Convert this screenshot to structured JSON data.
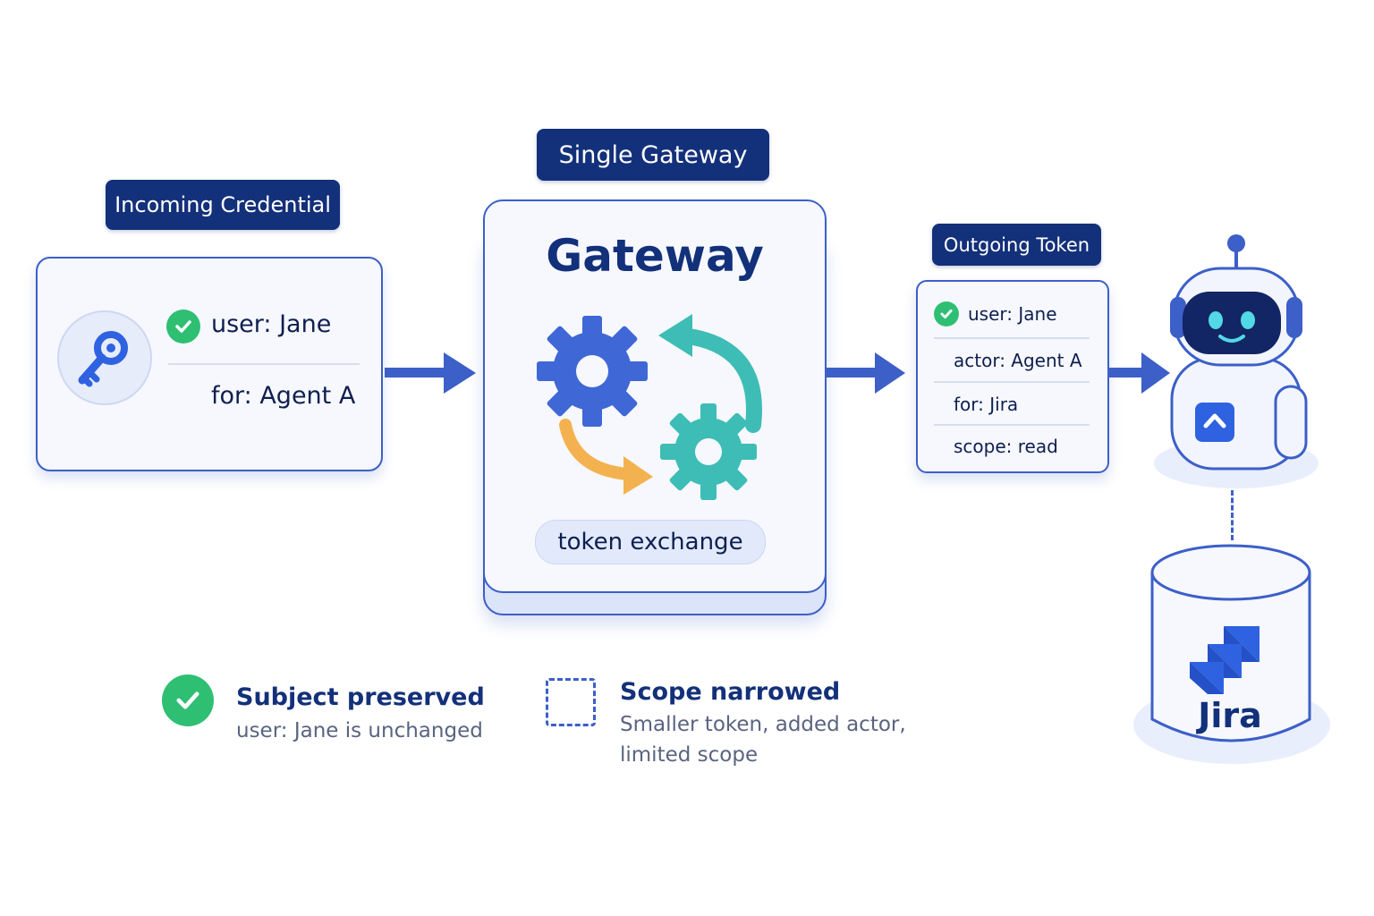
{
  "incoming": {
    "label": "Incoming Credential",
    "user": "user: Jane",
    "for": "for: Agent A"
  },
  "gateway": {
    "label": "Single Gateway",
    "title": "Gateway",
    "exchange": "token exchange"
  },
  "outgoing": {
    "label": "Outgoing Token",
    "user": "user: Jane",
    "actor": "actor: Agent A",
    "for": "for: Jira",
    "scope": "scope: read"
  },
  "jira": {
    "name": "Jira"
  },
  "legend": {
    "subject_title": "Subject preserved",
    "subject_desc": "user: Jane is unchanged",
    "scope_title": "Scope narrowed",
    "scope_desc_1": "Smaller token, added actor,",
    "scope_desc_2": "limited scope"
  },
  "colors": {
    "navy": "#13307a",
    "blue": "#3c5fc8",
    "green": "#2fbf73",
    "teal": "#3dbdb5",
    "orange": "#f3b24f"
  },
  "icons": [
    "key-icon",
    "check-icon",
    "gear-icon",
    "cycle-arrow-icon",
    "robot-icon",
    "database-icon",
    "jira-logo-icon"
  ]
}
